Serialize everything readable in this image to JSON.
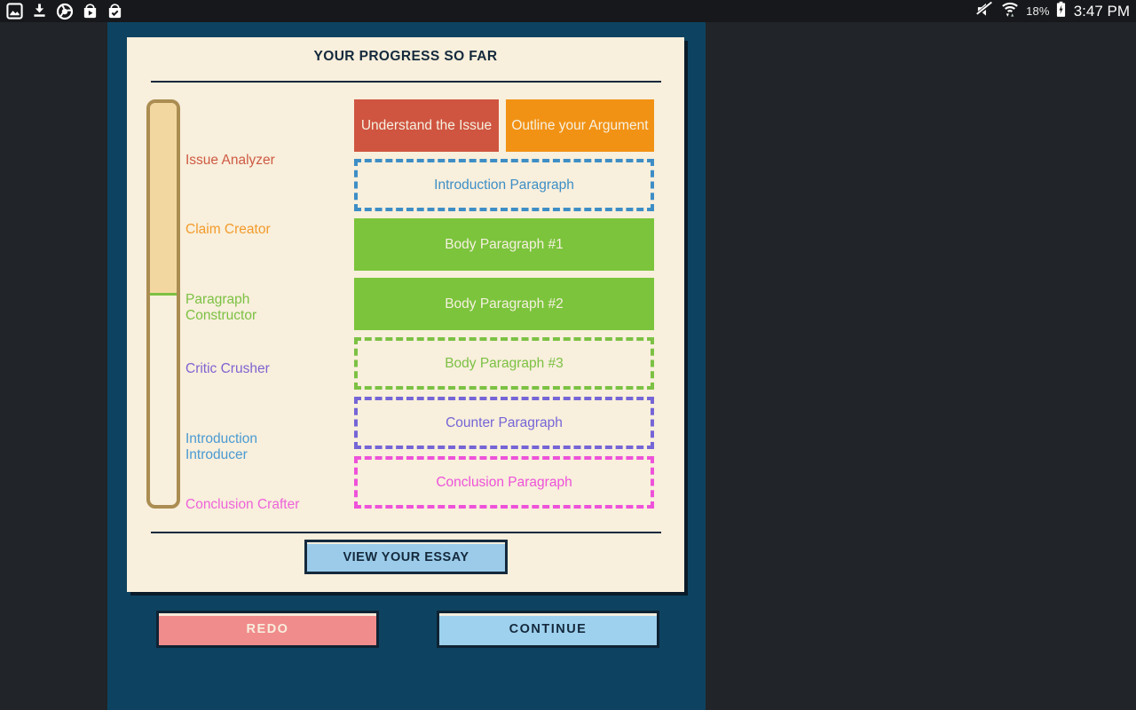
{
  "status_bar": {
    "time": "3:47 PM",
    "battery_level": "18%",
    "notification_icons": [
      "gallery-icon",
      "download-icon",
      "chrome-icon",
      "play-store-icon",
      "play-store-update-icon"
    ],
    "system_icons": [
      "volume-muted-icon",
      "wifi-icon",
      "battery-charging-icon"
    ]
  },
  "colors": {
    "outer_bg": "#212429",
    "status_bar_bg": "#17181b",
    "app_bg": "#0d4361",
    "card_bg": "#f8efdc",
    "ink": "#14293c"
  },
  "progress_card": {
    "title": "YOUR PROGRESS SO FAR",
    "stages": [
      {
        "label": "Issue Analyzer",
        "color": "#ce5a43"
      },
      {
        "label": "Claim Creator",
        "color": "#f39b2b"
      },
      {
        "label": "Paragraph Constructor",
        "color": "#7cc143"
      },
      {
        "label": "Critic Crusher",
        "color": "#7f63d2"
      },
      {
        "label": "Introduction Introducer",
        "color": "#4a9ad2"
      },
      {
        "label": "Conclusion Crafter",
        "color": "#ee63da"
      }
    ],
    "meter": {
      "fill_percent": "48%",
      "fill_color": "#f3d7a0",
      "border_color": "#ab8d52",
      "level_line_color": "#7cc143"
    },
    "blocks": [
      {
        "label": "Understand the Issue",
        "status": "completed",
        "color": "#cf5540"
      },
      {
        "label": "Outline your Argument",
        "status": "completed",
        "color": "#f29214"
      },
      {
        "label": "Introduction Paragraph",
        "status": "pending",
        "color": "#3e8ec6"
      },
      {
        "label": "Body Paragraph #1",
        "status": "completed",
        "color": "#7bc43c"
      },
      {
        "label": "Body Paragraph #2",
        "status": "completed",
        "color": "#7bc43c"
      },
      {
        "label": "Body Paragraph #3",
        "status": "pending",
        "color": "#7cc143"
      },
      {
        "label": "Counter Paragraph",
        "status": "pending",
        "color": "#7565d6"
      },
      {
        "label": "Conclusion Paragraph",
        "status": "pending",
        "color": "#ee52da"
      }
    ],
    "view_essay_button": "VIEW YOUR ESSAY"
  },
  "footer": {
    "redo_button": "REDO",
    "continue_button": "CONTINUE",
    "redo_bg": "#f08c8c",
    "continue_bg": "#9ed1ee"
  }
}
